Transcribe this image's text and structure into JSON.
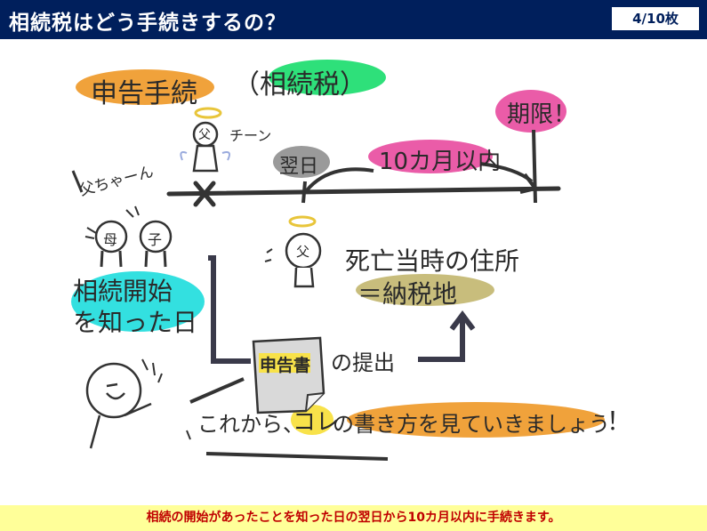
{
  "header": {
    "title": "相続税はどう手続きするの？",
    "page_indicator": "4/10枚"
  },
  "illustration": {
    "heading": "申告手続",
    "heading_paren": "（相続税）",
    "death_sound": "チーン",
    "deceased_label": "父ちゃーん",
    "next_day": "翌日",
    "ten_months": "10カ月以内",
    "deadline": "期限！",
    "father_face": "父",
    "mother_face": "母",
    "child_face": "子",
    "start_known_line1": "相続開始",
    "start_known_line2": "を知った日",
    "address_line1": "死亡当時の住所",
    "address_line2": "＝納税地",
    "form_label": "申告書",
    "submit": "の提出",
    "caption_part1": "これから、",
    "caption_part2": "コレ",
    "caption_part3": "の",
    "caption_part4": "書き方を見ていきましょう",
    "caption_part5": "！",
    "colors": {
      "orange": "#f0a23b",
      "green": "#2ee07a",
      "pink": "#ea5ca8",
      "gray": "#9a9a9a",
      "olive": "#c8bd7c",
      "teal": "#33e0e0",
      "yellow": "#f8e24a"
    }
  },
  "footer": {
    "note": "相続の開始があったことを知った日の翌日から10カ月以内に手続きます。"
  }
}
